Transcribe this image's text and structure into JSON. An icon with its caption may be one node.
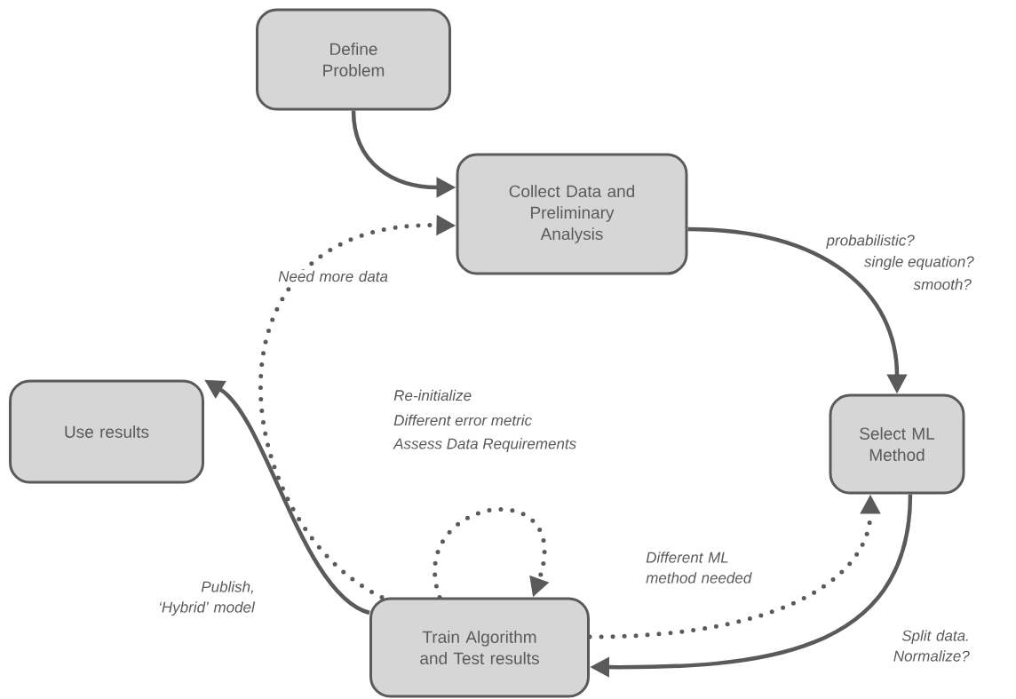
{
  "diagram": {
    "nodes": [
      {
        "text": [
          "Define Problem"
        ]
      },
      {
        "text": [
          "Collect Data and Preliminary Analysis"
        ]
      },
      {
        "text": [
          "Select ML Method"
        ]
      },
      {
        "text": [
          "Train Algorithm and Test results"
        ]
      },
      {
        "text": [
          "Use results"
        ]
      }
    ],
    "edges": [
      {
        "from": 0,
        "to": 1,
        "arrow": "to"
      },
      {
        "from": 3,
        "to": 1,
        "arrow": "to",
        "style": "dashed",
        "label": "Need more data"
      },
      {
        "from": 1,
        "to": 2,
        "arrow": "to"
      },
      {
        "from": 2,
        "to": 3,
        "arrow": "to",
        "label": "Split data. Normalize?"
      },
      {
        "from": 3,
        "to": 2,
        "arrow": "to",
        "style": "dashed",
        "label": "Different ML method needed"
      },
      {
        "from": 3,
        "to": 3,
        "arrow": "to",
        "style": "dashed"
      },
      {
        "from": 3,
        "to": 4,
        "arrow": "to",
        "label": "Publish, ‘Hybrid’ model"
      }
    ],
    "labels": [
      "probabilistic?",
      "single equation?",
      "smooth?",
      "Re-initialize",
      "Different error metric",
      "Assess Data Requirements"
    ]
  }
}
